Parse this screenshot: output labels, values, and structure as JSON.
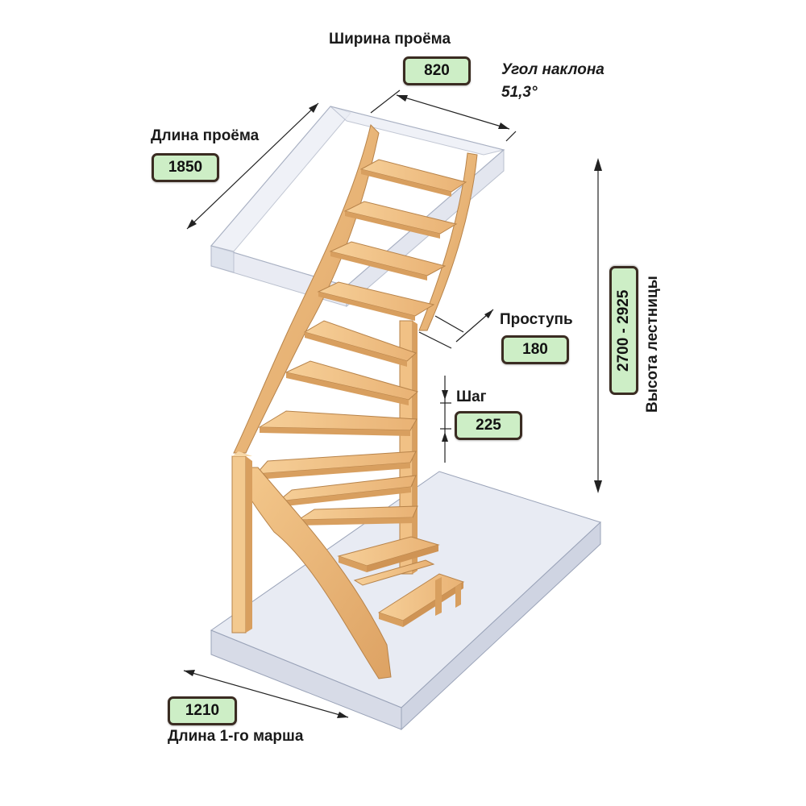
{
  "labels": {
    "opening_width": "Ширина проёма",
    "opening_length": "Длина проёма",
    "angle_title": "Угол наклона",
    "angle_value": "51,3°",
    "tread": "Проступь",
    "step": "Шаг",
    "height": "Высота лестницы",
    "flight_length": "Длина 1-го марша"
  },
  "values": {
    "opening_width": "820",
    "opening_length": "1850",
    "tread": "180",
    "step": "225",
    "height": "2700 - 2925",
    "flight_length": "1210"
  },
  "colors": {
    "badge_fill": "#cdeec6",
    "badge_border": "#3a2c22",
    "wood": "#f2c48a",
    "wood_dark": "#d89f5f",
    "glass": "#dfe3ee"
  }
}
